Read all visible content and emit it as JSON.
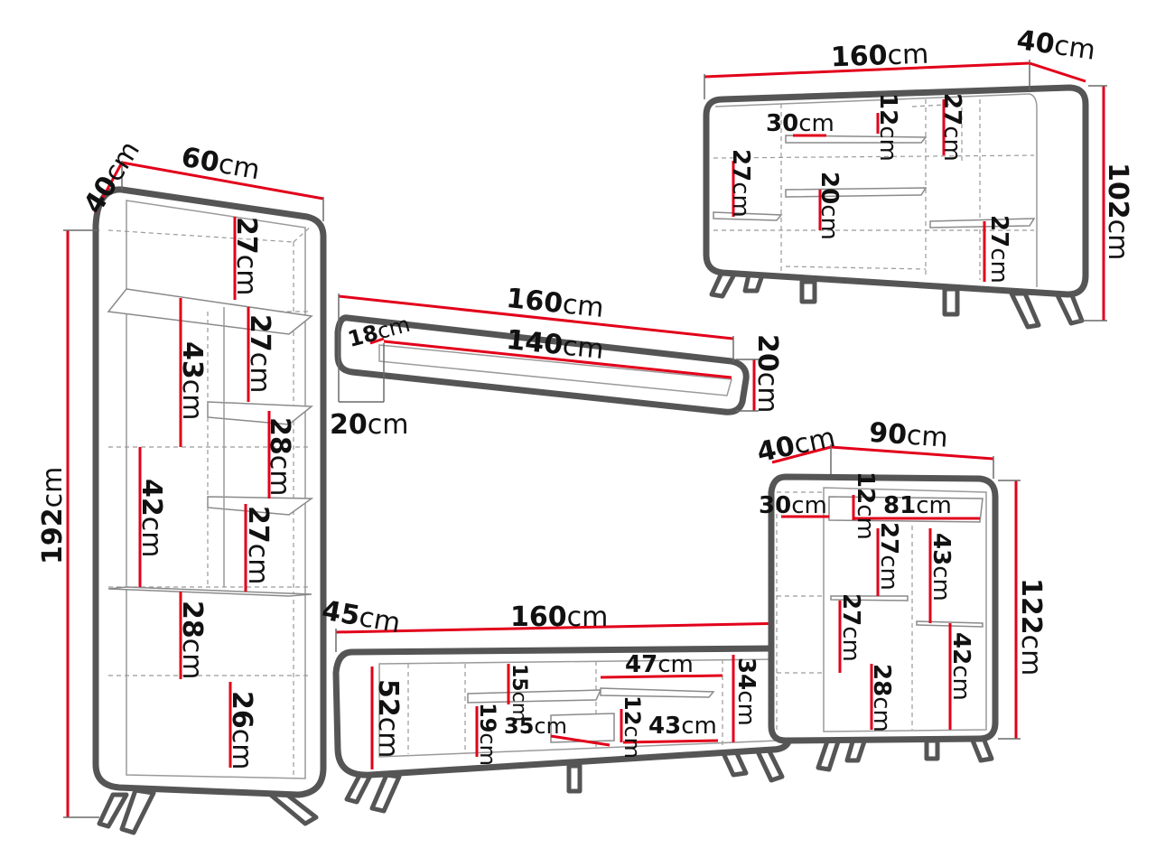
{
  "labels": {
    "t_w40": {
      "num": "40",
      "unit": "cm"
    },
    "t_w60": {
      "num": "60",
      "unit": "cm"
    },
    "t_h192": {
      "num": "192",
      "unit": "cm"
    },
    "t_s1": {
      "num": "27",
      "unit": "cm"
    },
    "t_s2": {
      "num": "43",
      "unit": "cm"
    },
    "t_s3": {
      "num": "27",
      "unit": "cm"
    },
    "t_s4": {
      "num": "28",
      "unit": "cm"
    },
    "t_s5": {
      "num": "42",
      "unit": "cm"
    },
    "t_s6": {
      "num": "27",
      "unit": "cm"
    },
    "t_s7": {
      "num": "28",
      "unit": "cm"
    },
    "t_s8": {
      "num": "26",
      "unit": "cm"
    },
    "w_160": {
      "num": "160",
      "unit": "cm"
    },
    "w_18": {
      "num": "18",
      "unit": "cm"
    },
    "w_140": {
      "num": "140",
      "unit": "cm"
    },
    "w_20h": {
      "num": "20",
      "unit": "cm"
    },
    "w_20d": {
      "num": "20",
      "unit": "cm"
    },
    "h_160": {
      "num": "160",
      "unit": "cm"
    },
    "h_40": {
      "num": "40",
      "unit": "cm"
    },
    "h_102": {
      "num": "102",
      "unit": "cm"
    },
    "h_30": {
      "num": "30",
      "unit": "cm"
    },
    "h_12": {
      "num": "12",
      "unit": "cm"
    },
    "h_27a": {
      "num": "27",
      "unit": "cm"
    },
    "h_27b": {
      "num": "27",
      "unit": "cm"
    },
    "h_20": {
      "num": "20",
      "unit": "cm"
    },
    "h_27c": {
      "num": "27",
      "unit": "cm"
    },
    "c_40": {
      "num": "40",
      "unit": "cm"
    },
    "c_90": {
      "num": "90",
      "unit": "cm"
    },
    "c_30": {
      "num": "30",
      "unit": "cm"
    },
    "c_12": {
      "num": "12",
      "unit": "cm"
    },
    "c_81": {
      "num": "81",
      "unit": "cm"
    },
    "c_27a": {
      "num": "27",
      "unit": "cm"
    },
    "c_43": {
      "num": "43",
      "unit": "cm"
    },
    "c_27b": {
      "num": "27",
      "unit": "cm"
    },
    "c_42": {
      "num": "42",
      "unit": "cm"
    },
    "c_28": {
      "num": "28",
      "unit": "cm"
    },
    "c_122": {
      "num": "122",
      "unit": "cm"
    },
    "v_45": {
      "num": "45",
      "unit": "cm"
    },
    "v_160": {
      "num": "160",
      "unit": "cm"
    },
    "v_52": {
      "num": "52",
      "unit": "cm"
    },
    "v_15": {
      "num": "15",
      "unit": "cm"
    },
    "v_19": {
      "num": "19",
      "unit": "cm"
    },
    "v_35": {
      "num": "35",
      "unit": "cm"
    },
    "v_47": {
      "num": "47",
      "unit": "cm"
    },
    "v_12": {
      "num": "12",
      "unit": "cm"
    },
    "v_43": {
      "num": "43",
      "unit": "cm"
    },
    "v_34": {
      "num": "34",
      "unit": "cm"
    }
  }
}
